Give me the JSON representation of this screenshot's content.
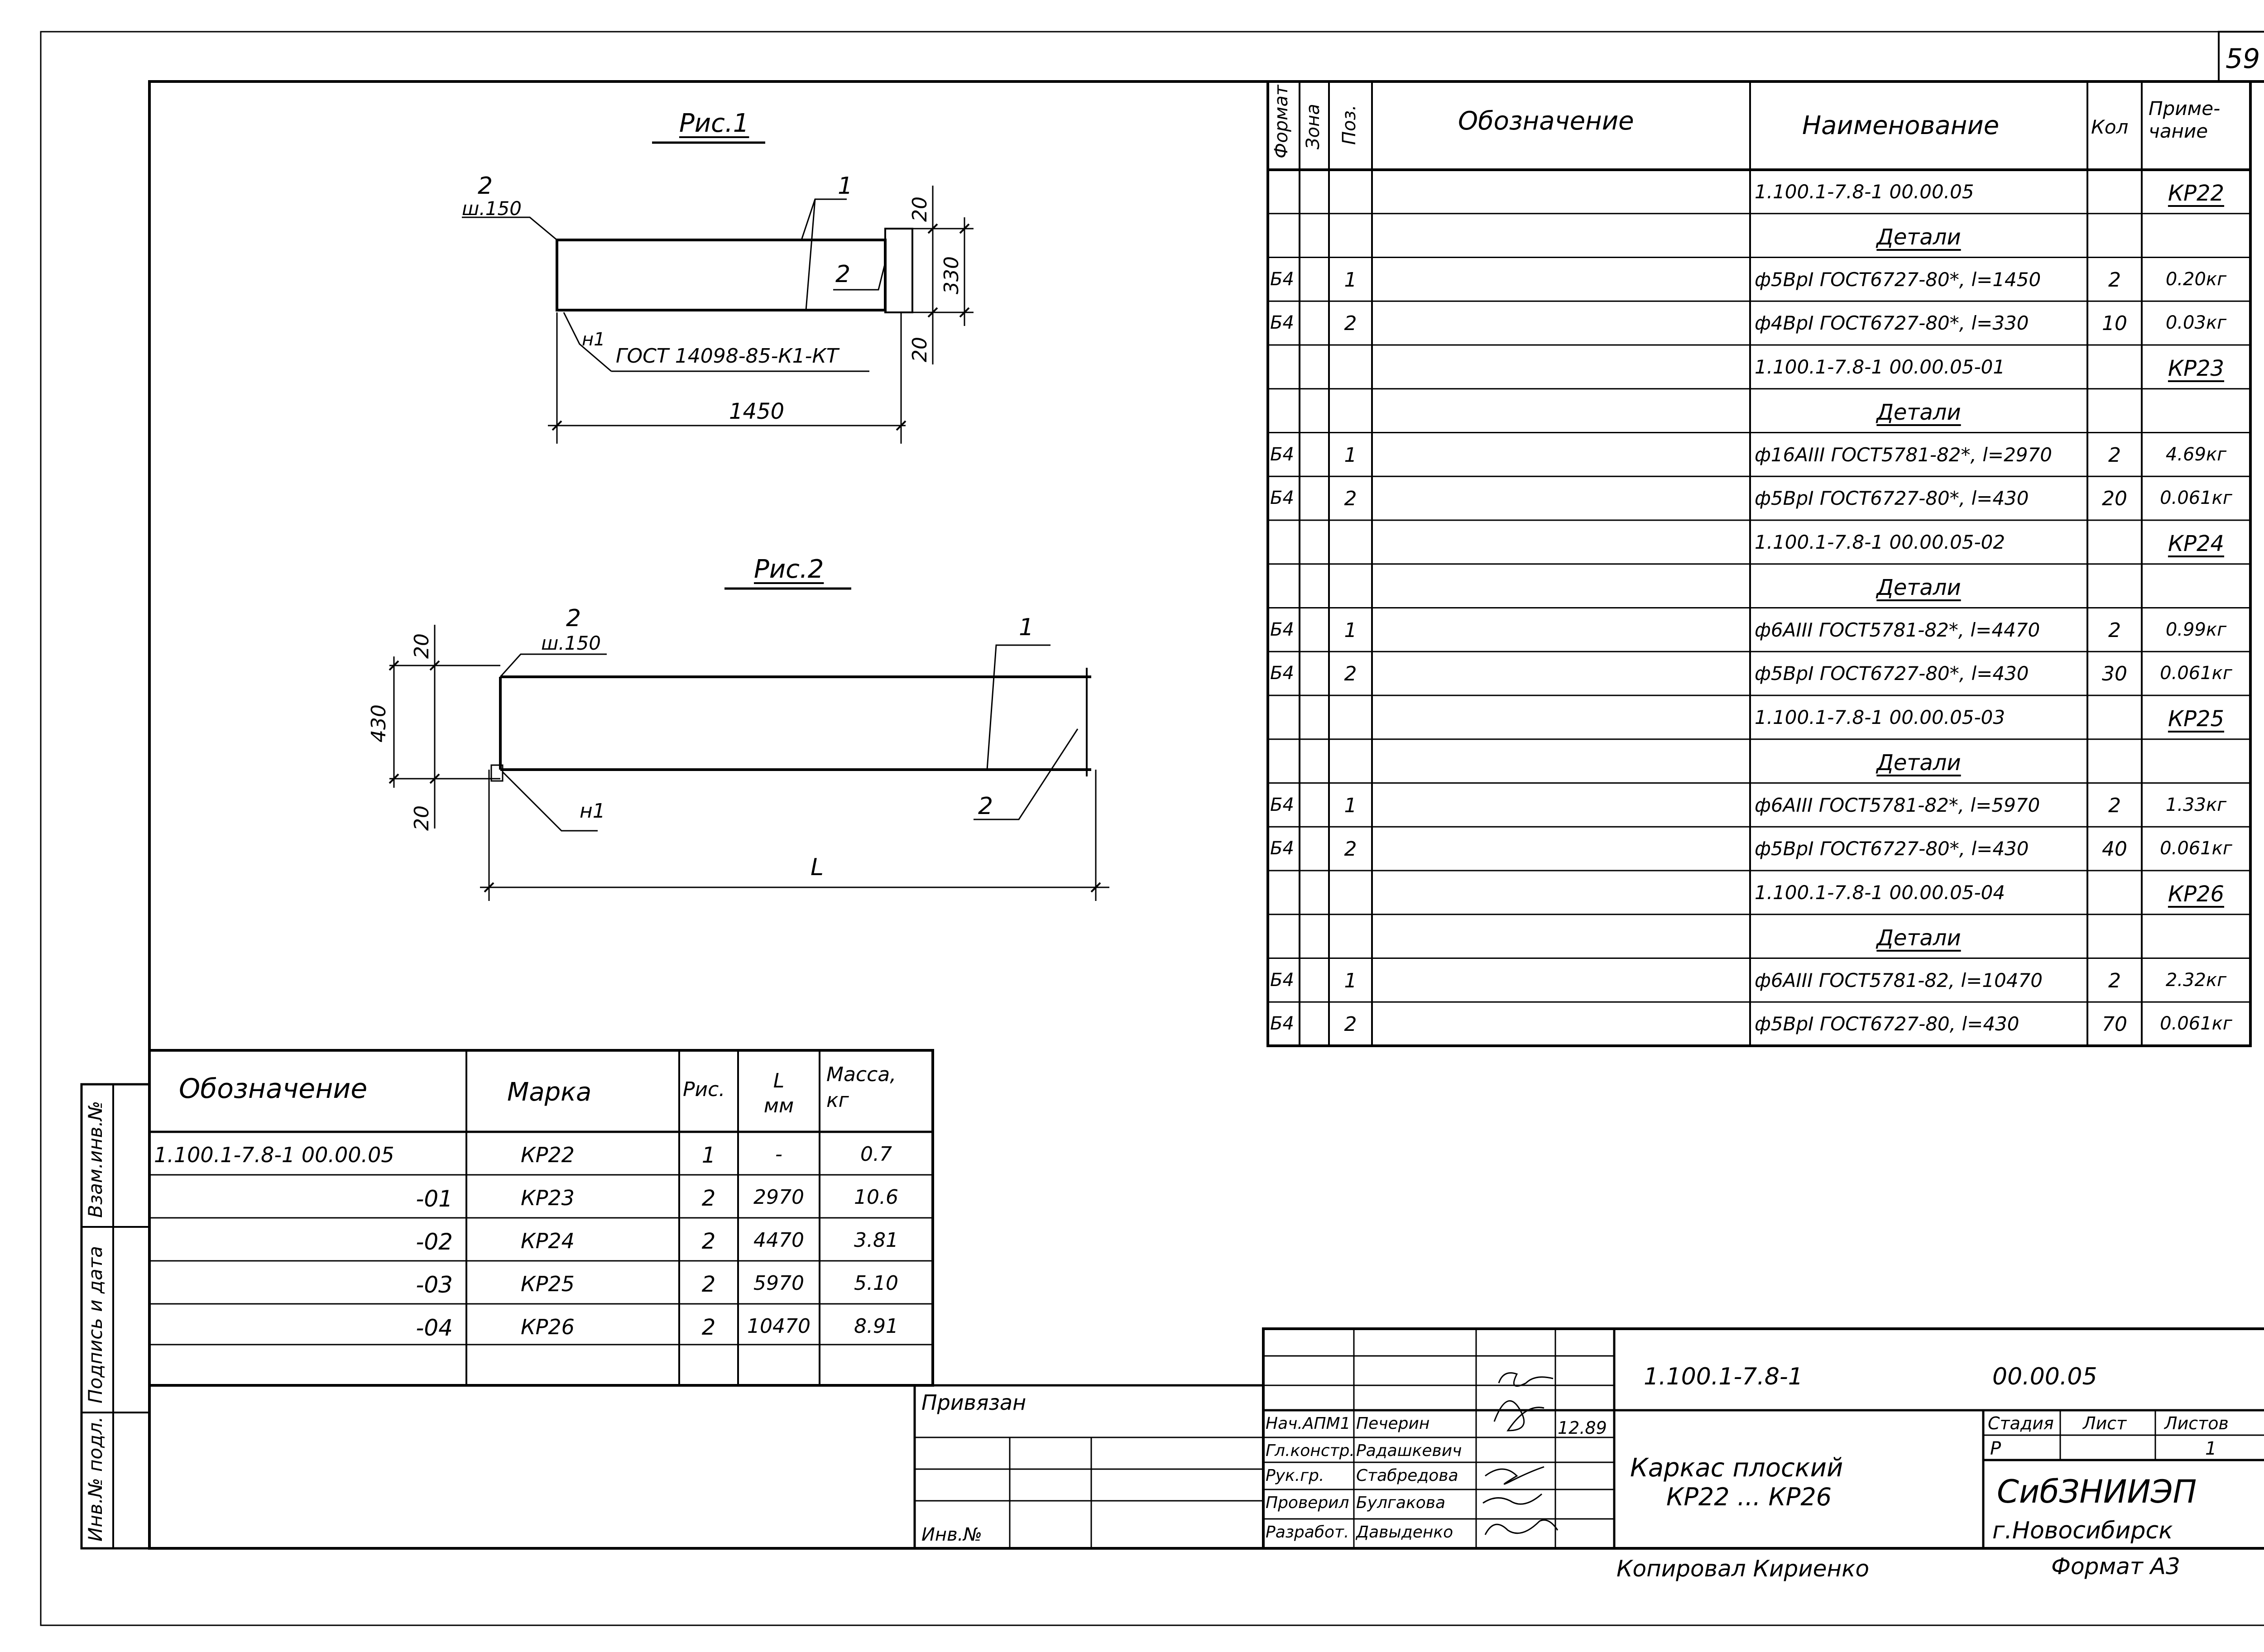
{
  "page_number": "59",
  "fig1": {
    "title": "Рис.1",
    "pos2": "2",
    "pos2_step": "ш.150",
    "pos1": "1",
    "pos2b": "2",
    "dim_top": "20",
    "dim_mid": "330",
    "dim_bot": "20",
    "weld": "н1",
    "gost": "ГОСТ 14098-85-К1-КТ",
    "length": "1450"
  },
  "fig2": {
    "title": "Рис.2",
    "pos2": "2",
    "pos2_step": "ш.150",
    "pos1": "1",
    "pos2b": "2",
    "dim_top": "20",
    "dim_mid": "430",
    "dim_bot": "20",
    "weld": "н1",
    "length": "L"
  },
  "spec": {
    "headers": {
      "format": "Формат",
      "zone": "Зона",
      "pos": "Поз.",
      "designation": "Обозначение",
      "name": "Наименование",
      "qty": "Кол",
      "note": "Приме-\nчание"
    },
    "rows": [
      {
        "f": "",
        "p": "",
        "name": "1.100.1-7.8-1  00.00.05",
        "q": "",
        "note": "КР22",
        "center": false
      },
      {
        "f": "",
        "p": "",
        "name": "Детали",
        "q": "",
        "note": "",
        "center": true
      },
      {
        "f": "Б4",
        "p": "1",
        "name": "ф5ВрI ГОСТ6727-80*, l=1450",
        "q": "2",
        "note": "0.20кг",
        "center": false
      },
      {
        "f": "Б4",
        "p": "2",
        "name": "ф4ВрI ГОСТ6727-80*, l=330",
        "q": "10",
        "note": "0.03кг",
        "center": false
      },
      {
        "f": "",
        "p": "",
        "name": "1.100.1-7.8-1  00.00.05-01",
        "q": "",
        "note": "КР23",
        "center": false
      },
      {
        "f": "",
        "p": "",
        "name": "Детали",
        "q": "",
        "note": "",
        "center": true
      },
      {
        "f": "Б4",
        "p": "1",
        "name": "ф16АIII ГОСТ5781-82*, l=2970",
        "q": "2",
        "note": "4.69кг",
        "center": false
      },
      {
        "f": "Б4",
        "p": "2",
        "name": "ф5ВрI ГОСТ6727-80*, l=430",
        "q": "20",
        "note": "0.061кг",
        "center": false
      },
      {
        "f": "",
        "p": "",
        "name": "1.100.1-7.8-1  00.00.05-02",
        "q": "",
        "note": "КР24",
        "center": false
      },
      {
        "f": "",
        "p": "",
        "name": "Детали",
        "q": "",
        "note": "",
        "center": true
      },
      {
        "f": "Б4",
        "p": "1",
        "name": "ф6АIII ГОСТ5781-82*, l=4470",
        "q": "2",
        "note": "0.99кг",
        "center": false
      },
      {
        "f": "Б4",
        "p": "2",
        "name": "ф5ВрI ГОСТ6727-80*, l=430",
        "q": "30",
        "note": "0.061кг",
        "center": false
      },
      {
        "f": "",
        "p": "",
        "name": "1.100.1-7.8-1  00.00.05-03",
        "q": "",
        "note": "КР25",
        "center": false
      },
      {
        "f": "",
        "p": "",
        "name": "Детали",
        "q": "",
        "note": "",
        "center": true
      },
      {
        "f": "Б4",
        "p": "1",
        "name": "ф6АIII ГОСТ5781-82*, l=5970",
        "q": "2",
        "note": "1.33кг",
        "center": false
      },
      {
        "f": "Б4",
        "p": "2",
        "name": "ф5ВрI ГОСТ6727-80*, l=430",
        "q": "40",
        "note": "0.061кг",
        "center": false
      },
      {
        "f": "",
        "p": "",
        "name": "1.100.1-7.8-1  00.00.05-04",
        "q": "",
        "note": "КР26",
        "center": false
      },
      {
        "f": "",
        "p": "",
        "name": "Детали",
        "q": "",
        "note": "",
        "center": true
      },
      {
        "f": "Б4",
        "p": "1",
        "name": "ф6АIII ГОСТ5781-82, l=10470",
        "q": "2",
        "note": "2.32кг",
        "center": false
      },
      {
        "f": "Б4",
        "p": "2",
        "name": "ф5ВрI ГОСТ6727-80, l=430",
        "q": "70",
        "note": "0.061кг",
        "center": false
      }
    ]
  },
  "marks": {
    "headers": {
      "designation": "Обозначение",
      "mark": "Марка",
      "fig": "Рис.",
      "len": "L\nмм",
      "mass": "Масса,\nкг"
    },
    "rows": [
      {
        "des": "1.100.1-7.8-1   00.00.05",
        "mark": "КР22",
        "fig": "1",
        "len": "-",
        "mass": "0.7"
      },
      {
        "des": "-01",
        "mark": "КР23",
        "fig": "2",
        "len": "2970",
        "mass": "10.6"
      },
      {
        "des": "-02",
        "mark": "КР24",
        "fig": "2",
        "len": "4470",
        "mass": "3.81"
      },
      {
        "des": "-03",
        "mark": "КР25",
        "fig": "2",
        "len": "5970",
        "mass": "5.10"
      },
      {
        "des": "-04",
        "mark": "КР26",
        "fig": "2",
        "len": "10470",
        "mass": "8.91"
      }
    ]
  },
  "side": {
    "inv_subst": "Взам.инв.№",
    "sign_date": "Подпись и дата",
    "inv_orig": "Инв.№ подл."
  },
  "tie": {
    "label": "Привязан",
    "inv": "Инв.№"
  },
  "stamp": {
    "code": "1.100.1-7.8-1",
    "doc": "00.00.05",
    "title_line1": "Каркас  плоский",
    "title_line2": "КР22 ... КР26",
    "stage_label": "Стадия",
    "sheet_label": "Лист",
    "sheets_label": "Листов",
    "stage": "Р",
    "sheet": "",
    "sheets": "1",
    "org": "СибЗНИИЭП",
    "city": "г.Новосибирск",
    "date": "12.89",
    "people": [
      {
        "role": "Нач.АПМ1",
        "name": "Печерин"
      },
      {
        "role": "Гл.констр.",
        "name": "Радашкевич"
      },
      {
        "role": "Рук.гр.",
        "name": "Стабредова"
      },
      {
        "role": "Проверил",
        "name": "Булгакова"
      },
      {
        "role": "Разработ.",
        "name": "Давыденко"
      }
    ],
    "copied": "Копировал  Кириенко",
    "format": "Формат А3"
  }
}
